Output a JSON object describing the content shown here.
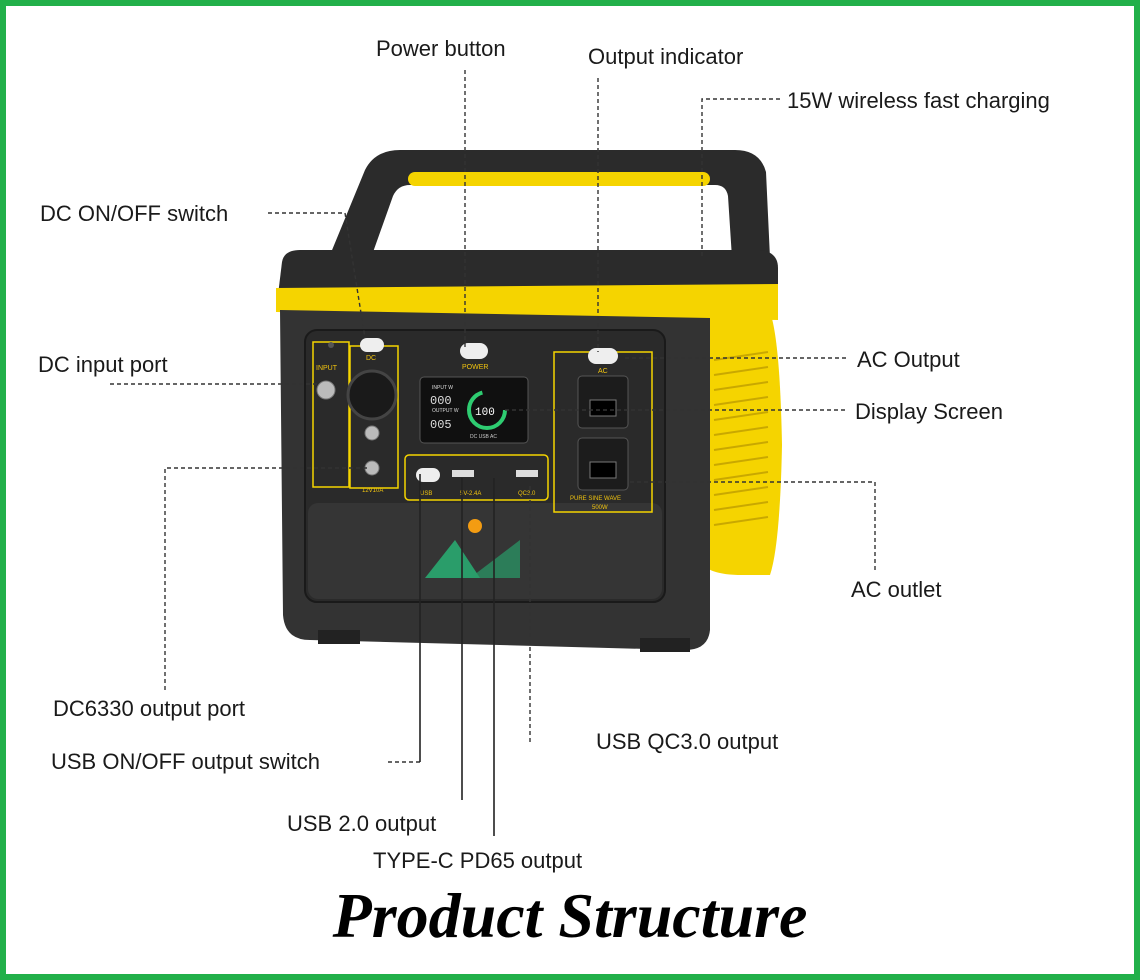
{
  "title": "Product Structure",
  "labels": {
    "power_button": "Power button",
    "output_indicator": "Output indicator",
    "wireless_charging": "15W wireless fast charging",
    "dc_switch": "DC ON/OFF switch",
    "dc_input": "DC input port",
    "ac_output": "AC Output",
    "display_screen": "Display Screen",
    "ac_outlet": "AC outlet",
    "dc6330": "DC6330 output port",
    "usb_qc30": "USB QC3.0 output",
    "usb_switch": "USB ON/OFF output switch",
    "usb20": "USB 2.0 output",
    "typec": "TYPE-C PD65 output"
  },
  "panel": {
    "input": "INPUT",
    "dc": "DC",
    "power": "POWER",
    "ac": "AC",
    "usb": "USB",
    "usb_rating": "5V-2.4A",
    "qc": "QC3.0",
    "dc_rating": "12V10A",
    "pure_sine": "PURE SINE WAVE",
    "watt": "500W",
    "lcd_in_label": "INPUT W",
    "lcd_in_value": "000",
    "lcd_out_label": "OUTPUT W",
    "lcd_out_value": "005",
    "lcd_pct": "100",
    "lcd_small": "DC  USB  AC"
  },
  "colors": {
    "frame": "#22b04a",
    "body": "#2b2b2b",
    "accent": "#f5d400",
    "logo": "#2a9d6a"
  }
}
